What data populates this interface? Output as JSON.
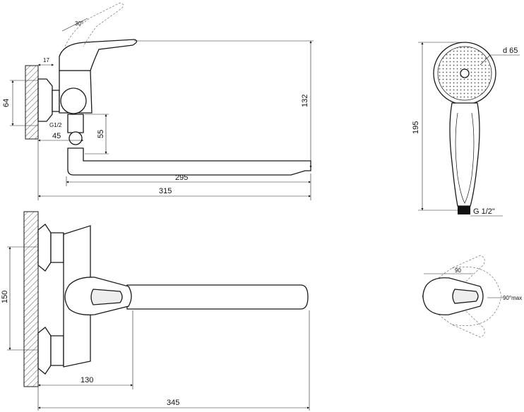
{
  "side_view": {
    "angle_label": "30°",
    "dim_17": "17",
    "dim_64": "64",
    "dim_thread": "G1/2",
    "dim_45": "45",
    "dim_55": "55",
    "dim_132": "132",
    "dim_295": "295",
    "dim_315": "315"
  },
  "shower_head": {
    "dim_diameter": "d 65",
    "dim_195": "195",
    "dim_thread": "G 1/2\""
  },
  "top_view": {
    "dim_150": "150",
    "dim_130": "130",
    "dim_345": "345"
  },
  "rotation_view": {
    "dim_90": "90",
    "dim_90_max": "90°max"
  }
}
